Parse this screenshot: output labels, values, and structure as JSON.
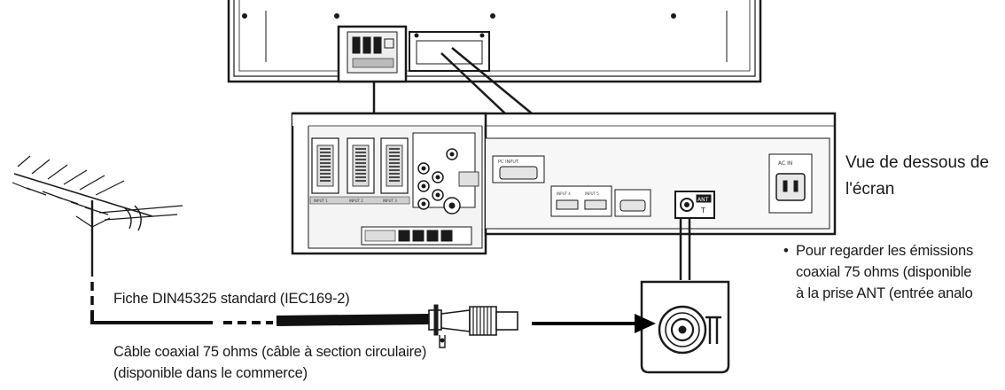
{
  "labels": {
    "underside_view_line1": "Vue de dessous de",
    "underside_view_line2": "l'écran",
    "note_bullet": "•",
    "note_line1": "Pour regarder les émissions",
    "note_line2": "coaxial 75 ohms (disponible",
    "note_line3": "à la prise ANT (entrée analo",
    "plug_label": "Fiche DIN45325 standard (IEC169-2)",
    "cable_line1": "Câble  coaxial 75 ohms (câble à section circulaire)",
    "cable_line2": "(disponible dans le commerce)",
    "ant_jack_label": "ANT",
    "ant_jack_small": "T"
  },
  "panel_labels": {
    "scart_1": "INPUT 1",
    "scart_2": "INPUT 2",
    "scart_3": "INPUT 3",
    "pc_input": "PC INPUT",
    "hdmi_1": "INPUT 4",
    "hdmi_2": "INPUT 5",
    "ac_in": "AC IN"
  },
  "colors": {
    "line": "#1a1a1a",
    "panel_fill": "#f4f4f4",
    "panel_inner": "#e6e6e6",
    "arrow": "#000000"
  }
}
